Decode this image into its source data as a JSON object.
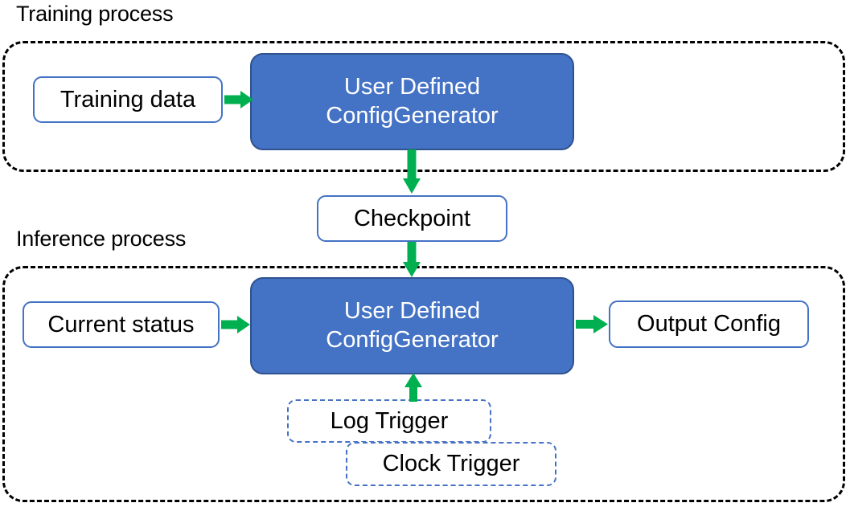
{
  "diagram": {
    "title_visible": false,
    "colors": {
      "node_fill_blue": "#4472C4",
      "node_border_blue": "#2F528F",
      "node_border_light_blue": "#4472C4",
      "arrow_green": "#00B050",
      "container_dash_black": "#000000",
      "node_text_white": "#FFFFFF",
      "node_text_black": "#000000",
      "background": "#FFFFFF"
    },
    "sections": [
      {
        "id": "training",
        "caption": "Training process",
        "border_style": "dashed"
      },
      {
        "id": "inference",
        "caption": "Inference process",
        "border_style": "dashed"
      }
    ],
    "nodes": {
      "training_data": {
        "label": "Training data",
        "style": "plain"
      },
      "train_generator": {
        "label_line1": "User Defined",
        "label_line2": "ConfigGenerator",
        "style": "filled"
      },
      "checkpoint": {
        "label": "Checkpoint",
        "style": "plain"
      },
      "current_status": {
        "label": "Current status",
        "style": "plain"
      },
      "infer_generator": {
        "label_line1": "User Defined",
        "label_line2": "ConfigGenerator",
        "style": "filled"
      },
      "output_config": {
        "label": "Output Config",
        "style": "plain"
      },
      "log_trigger": {
        "label": "Log Trigger",
        "style": "dashed"
      },
      "clock_trigger": {
        "label": "Clock Trigger",
        "style": "dashed"
      }
    },
    "arrows": [
      {
        "id": "training-data-to-train-generator",
        "from": "training_data",
        "to": "train_generator",
        "direction": "right"
      },
      {
        "id": "train-generator-to-checkpoint",
        "from": "train_generator",
        "to": "checkpoint",
        "direction": "down"
      },
      {
        "id": "checkpoint-to-infer-generator",
        "from": "checkpoint",
        "to": "infer_generator",
        "direction": "down"
      },
      {
        "id": "current-status-to-infer-generator",
        "from": "current_status",
        "to": "infer_generator",
        "direction": "right"
      },
      {
        "id": "infer-generator-to-output-config",
        "from": "infer_generator",
        "to": "output_config",
        "direction": "right"
      },
      {
        "id": "triggers-to-infer-generator",
        "from": "log_trigger",
        "to": "infer_generator",
        "direction": "up"
      }
    ]
  }
}
